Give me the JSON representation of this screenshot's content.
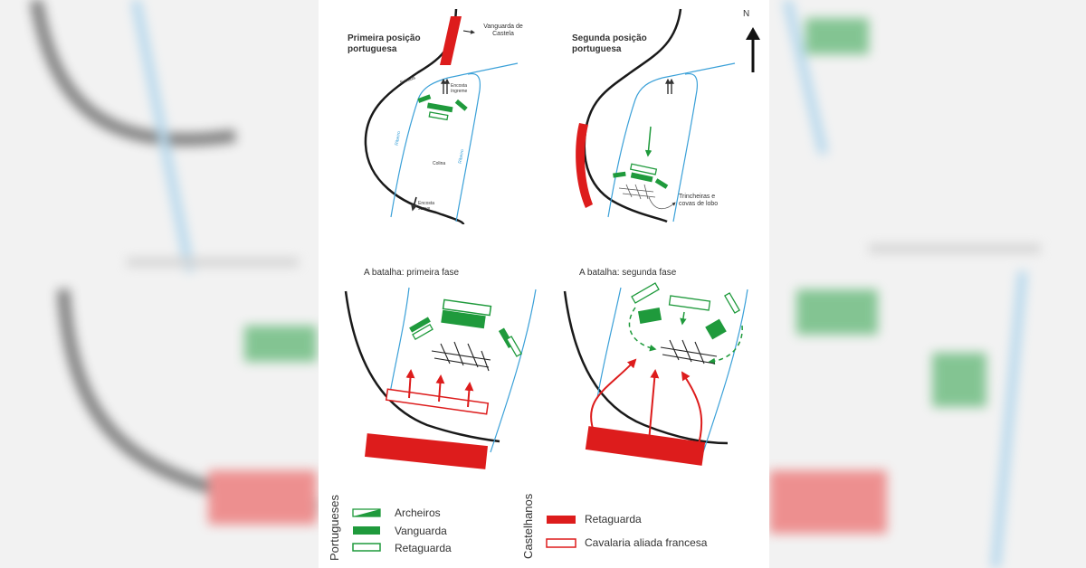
{
  "map": {
    "compass": "N",
    "panel1": {
      "title": "Primeira posição portuguesa",
      "vanguard_label": "Vanguarda de Castela",
      "road_label": "Estrada",
      "steep_slope": "Encosta íngreme",
      "gentle_slope": "Encosta suave",
      "stream_left": "Ribeiro",
      "stream_right": "Ribeiro",
      "hill": "Colina"
    },
    "panel2": {
      "title": "Segunda posição portuguesa",
      "trenches_label": "Trincheiras e covas de lobo"
    },
    "panel3": {
      "title": "A batalha: primeira fase"
    },
    "panel4": {
      "title": "A batalha: segunda fase"
    },
    "legend": {
      "portugueses": {
        "title": "Portugueses",
        "items": [
          "Archeiros",
          "Vanguarda",
          "Retaguarda"
        ]
      },
      "castelhanos": {
        "title": "Castelhanos",
        "items": [
          "Retaguarda",
          "Cavalaria aliada francesa"
        ]
      }
    },
    "colors": {
      "portuguese": "#1f9a3c",
      "castilian": "#dd1c1c",
      "stream": "#3aa0d8",
      "road": "#1a1a1a"
    }
  }
}
